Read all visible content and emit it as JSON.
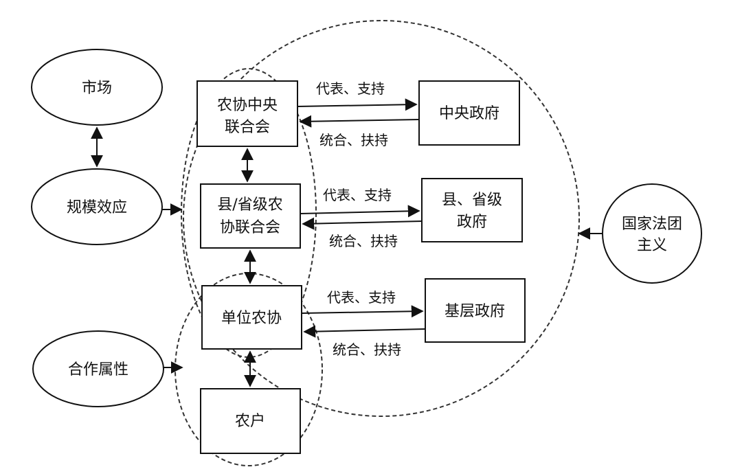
{
  "nodes": {
    "market": "市场",
    "scale_effect": "规模效应",
    "coop_attr": "合作属性",
    "central_union_l1": "农协中央",
    "central_union_l2": "联合会",
    "prov_union_l1": "县/省级农",
    "prov_union_l2": "协联合会",
    "unit_coop": "单位农协",
    "farmer": "农户",
    "central_gov": "中央政府",
    "prov_gov_l1": "县、省级",
    "prov_gov_l2": "政府",
    "local_gov": "基层政府",
    "corporatism_l1": "国家法团",
    "corporatism_l2": "主义"
  },
  "edges": {
    "represent_support": "代表、支持",
    "integrate_support": "统合、扶持"
  }
}
